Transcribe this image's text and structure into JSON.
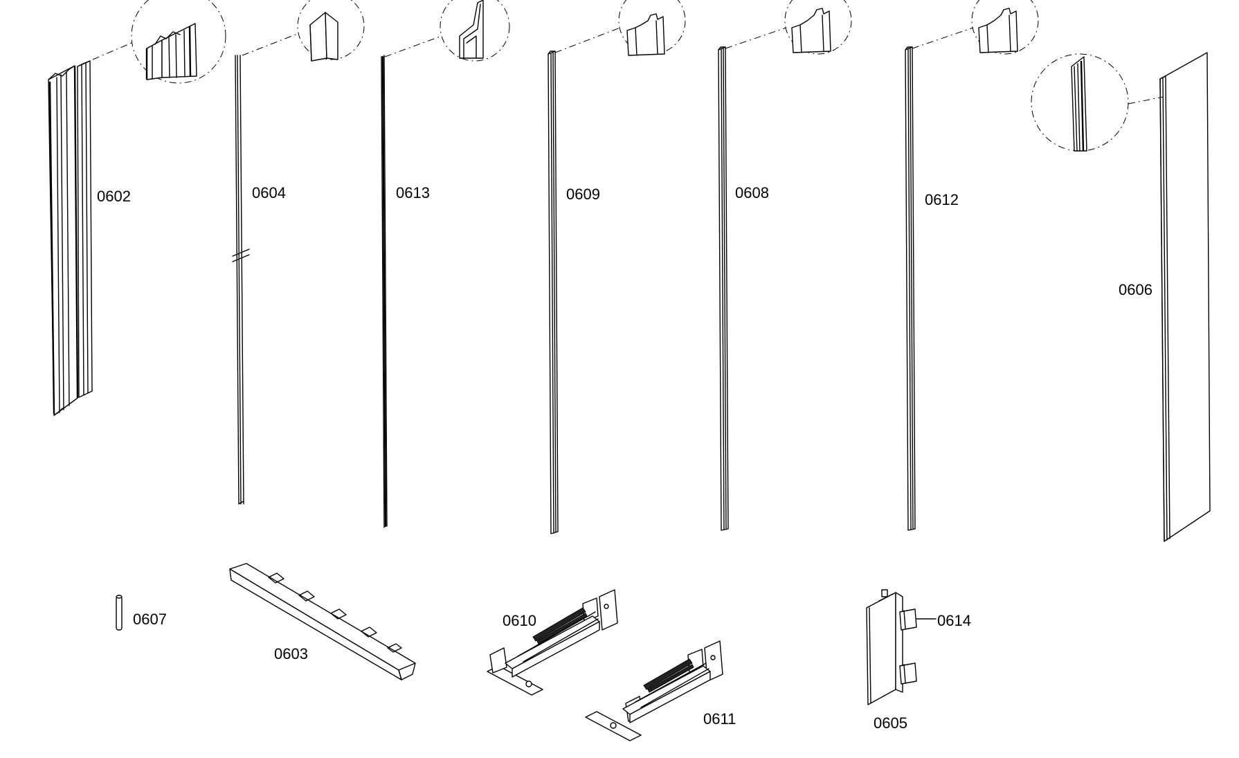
{
  "parts": [
    {
      "id": "0602"
    },
    {
      "id": "0604"
    },
    {
      "id": "0613"
    },
    {
      "id": "0609"
    },
    {
      "id": "0608"
    },
    {
      "id": "0612"
    },
    {
      "id": "0606"
    },
    {
      "id": "0607"
    },
    {
      "id": "0603"
    },
    {
      "id": "0610"
    },
    {
      "id": "0611"
    },
    {
      "id": "0614"
    },
    {
      "id": "0605"
    }
  ]
}
